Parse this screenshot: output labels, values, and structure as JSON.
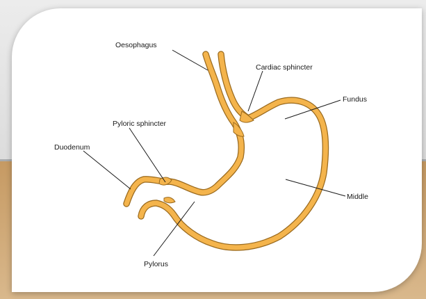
{
  "diagram": {
    "labels": {
      "oesophagus": "Oesophagus",
      "cardiac_sphincter": "Cardiac sphincter",
      "fundus": "Fundus",
      "pyloric_sphincter": "Pyloric sphincter",
      "duodenum": "Duodenum",
      "middle": "Middle",
      "pylorus": "Pylorus"
    },
    "colors": {
      "organ_fill": "#F4B44C",
      "organ_outline": "#9A6A1E",
      "leader_line": "#1A1A1A",
      "background_top": "#E3E3E3",
      "background_bottom": "#C99E68"
    }
  }
}
